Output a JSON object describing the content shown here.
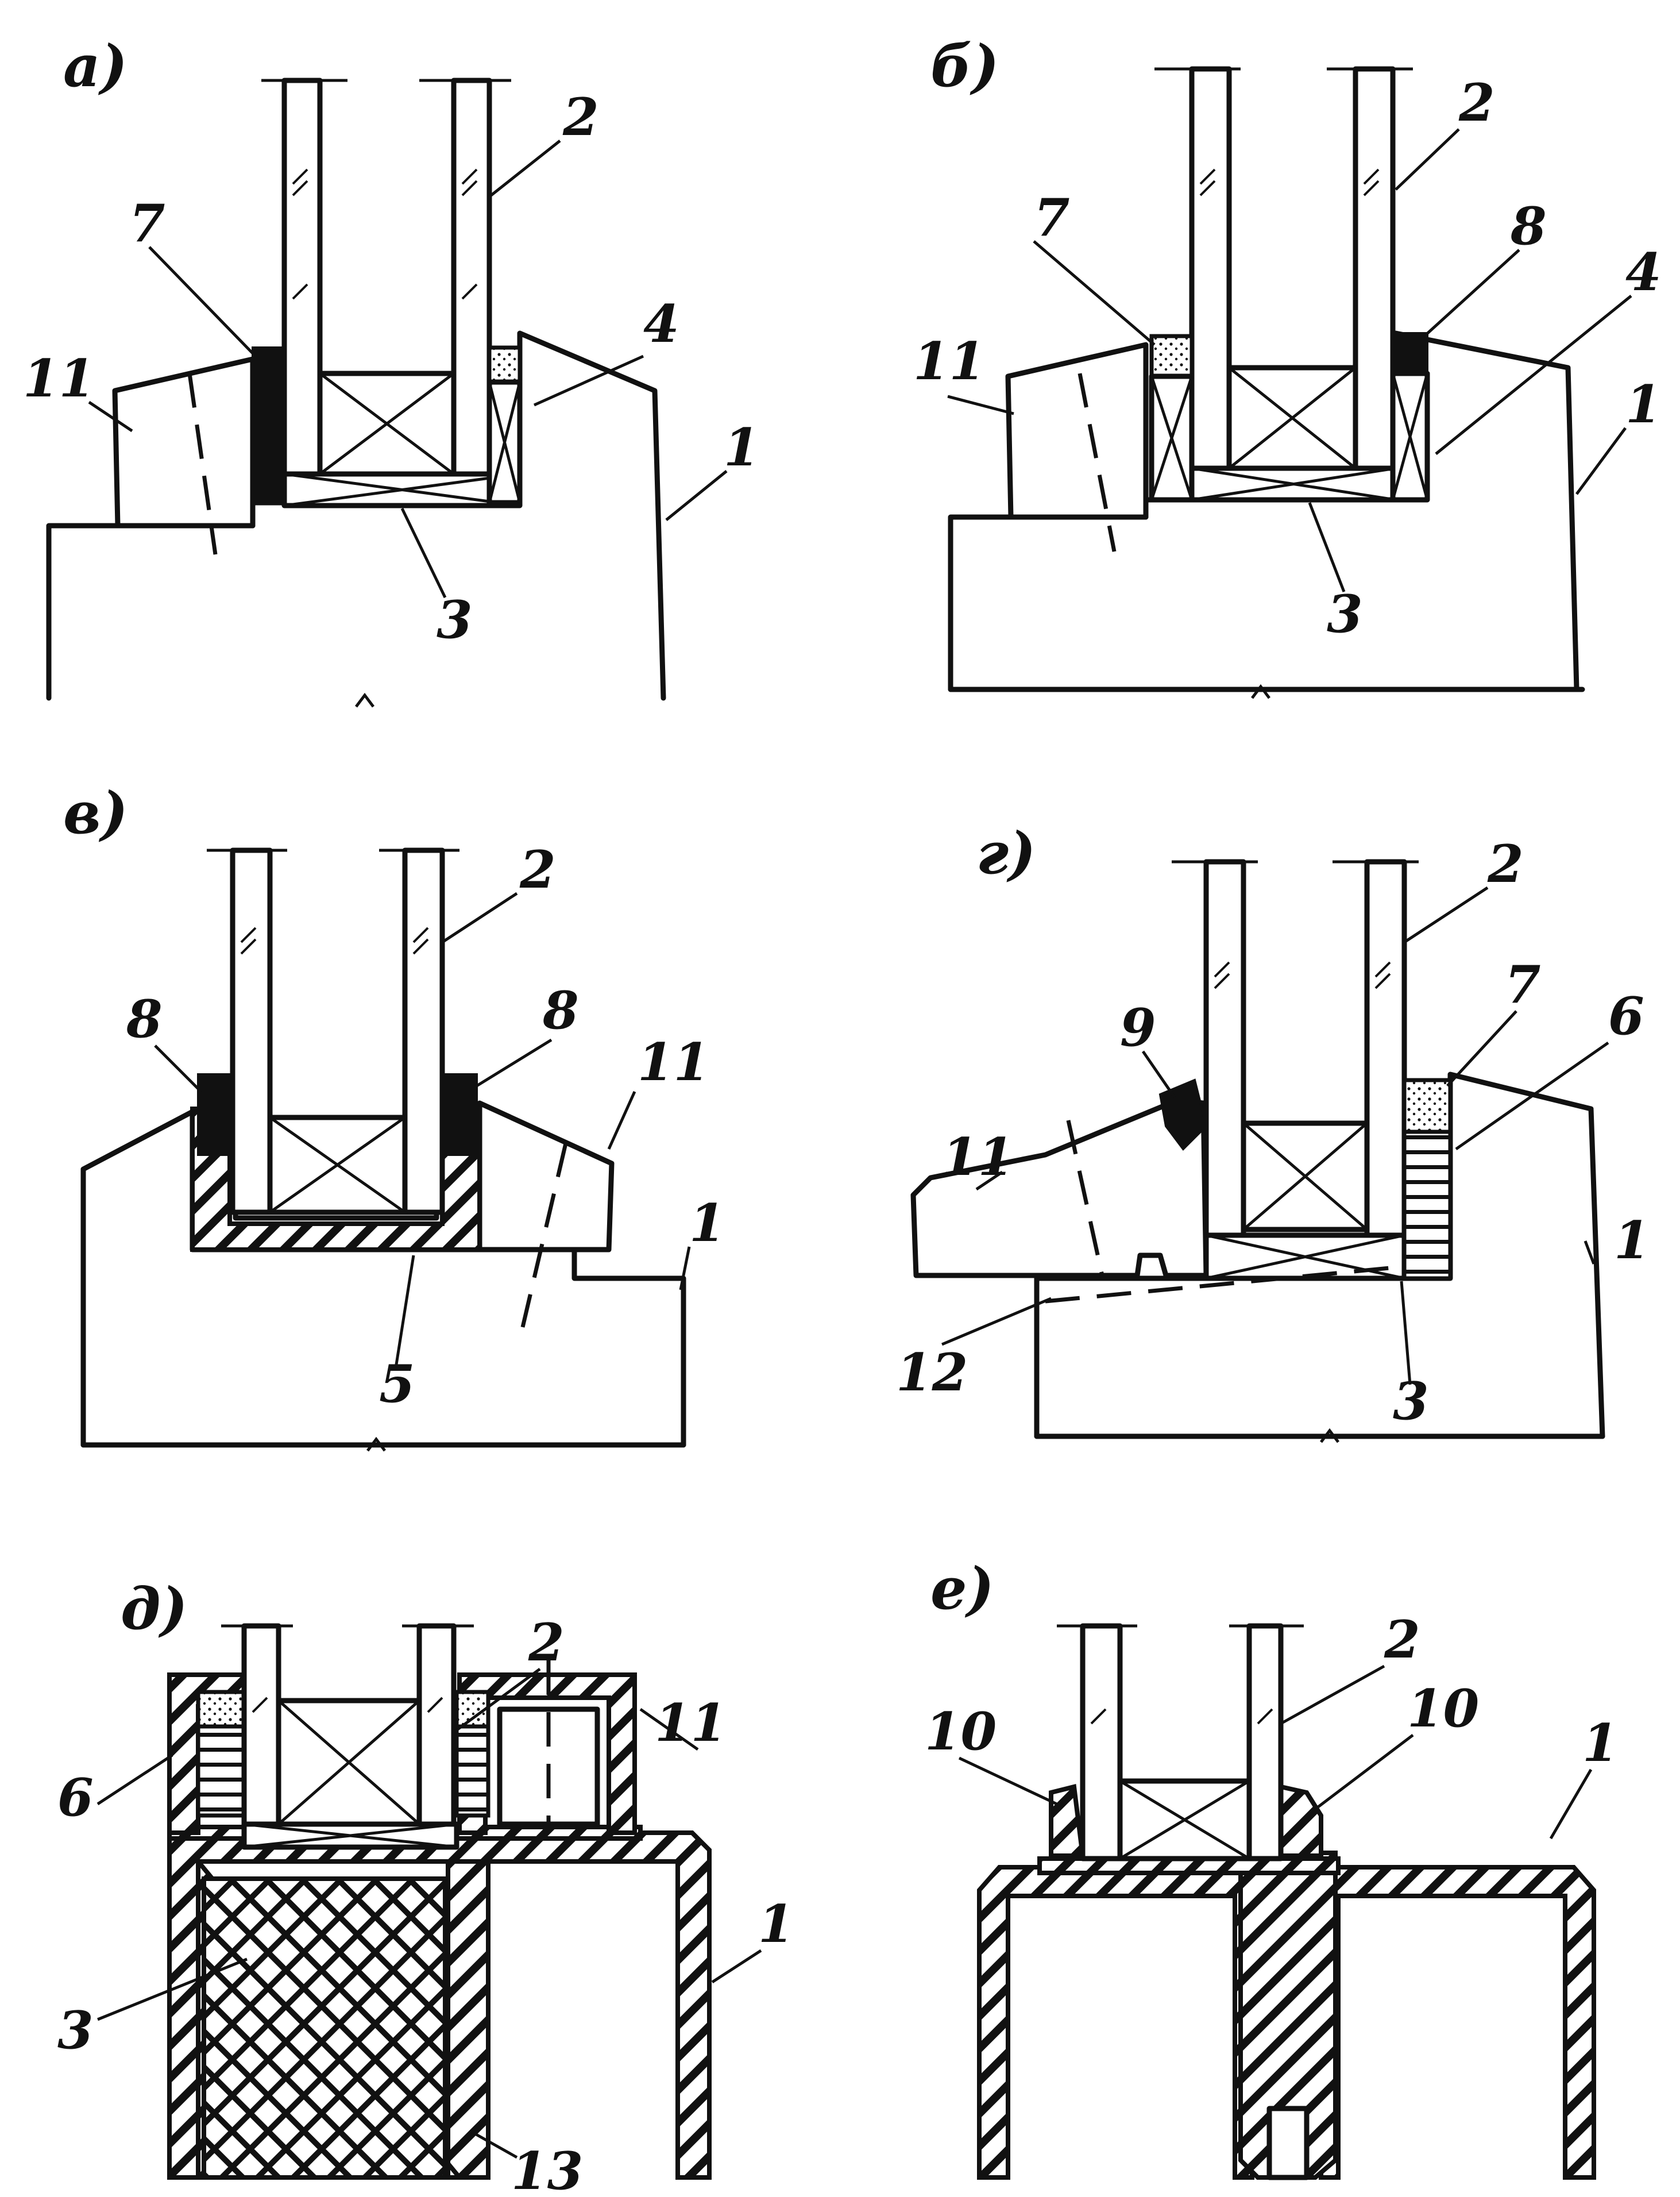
{
  "panels": [
    {
      "id": "a",
      "letter": "а)"
    },
    {
      "id": "b",
      "letter": "б)"
    },
    {
      "id": "v",
      "letter": "в)"
    },
    {
      "id": "g",
      "letter": "г)"
    },
    {
      "id": "d",
      "letter": "д)"
    },
    {
      "id": "e",
      "letter": "е)"
    }
  ],
  "callouts": {
    "a": [
      "1",
      "2",
      "3",
      "4",
      "7",
      "11"
    ],
    "b": [
      "1",
      "2",
      "3",
      "4",
      "7",
      "8",
      "11"
    ],
    "v": [
      "1",
      "2",
      "5",
      "8",
      "8",
      "11"
    ],
    "g": [
      "1",
      "2",
      "3",
      "6",
      "7",
      "9",
      "11",
      "12"
    ],
    "d": [
      "1",
      "2",
      "3",
      "6",
      "11",
      "13"
    ],
    "e": [
      "1",
      "2",
      "10",
      "10"
    ]
  },
  "colors": {
    "ink": "#111111",
    "paper": "#ffffff"
  }
}
